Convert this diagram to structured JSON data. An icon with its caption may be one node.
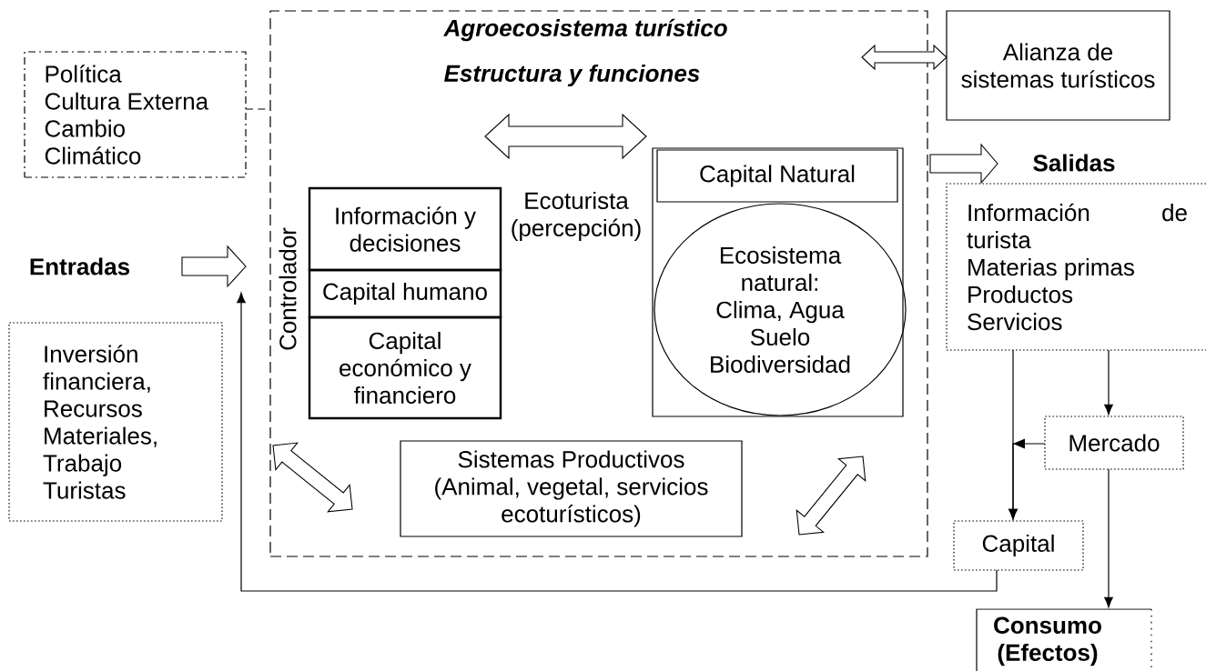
{
  "diagram": {
    "nodes": [
      {
        "text": [
          "Agroecosistema turístico",
          "Estructura y funciones"
        ]
      },
      {
        "text": [
          "Política",
          "Cultura Externa",
          "Cambio Climático"
        ]
      },
      {
        "text": [
          "Alianza de sistemas turísticos"
        ]
      },
      {
        "text": [
          "Información y decisiones"
        ],
        "in": 0
      },
      {
        "text": [
          "Capital humano"
        ],
        "in": 0
      },
      {
        "text": [
          "Capital económico y financiero"
        ],
        "in": 0
      },
      {
        "text": [
          "Ecoturista (percepción)"
        ],
        "in": 0
      },
      {
        "text": [],
        "shape": "box",
        "in": 0
      },
      {
        "text": [
          "Capital Natural"
        ],
        "in": 7
      },
      {
        "text": [
          "Ecosistema natural: Clima, Agua Suelo Biodiversidad"
        ],
        "in": 7
      },
      {
        "text": [
          "Sistemas Productivos (Animal, vegetal, servicios ecoturísticos)"
        ],
        "in": 0
      },
      {
        "text": [
          "Entradas"
        ]
      },
      {
        "text": [
          "Inversión financiera,",
          "Recursos Materiales,",
          "Trabajo",
          "Turistas"
        ]
      },
      {
        "text": [
          "Salidas"
        ]
      },
      {
        "text": [
          "Información de turista",
          "Materias primas",
          "Productos",
          "Servicios"
        ]
      },
      {
        "text": [
          "Mercado"
        ]
      },
      {
        "text": [
          "Capital"
        ]
      },
      {
        "text": [
          "Consumo (Efectos)"
        ]
      }
    ],
    "edges": [
      {
        "from": 1,
        "to": 0,
        "arrow": "none",
        "style": "dashed"
      },
      {
        "from": 0,
        "to": 2,
        "arrow": "both"
      },
      {
        "from": 11,
        "to": 0,
        "arrow": "to"
      },
      {
        "from": 3,
        "to": 8,
        "arrow": "both"
      },
      {
        "from": 5,
        "to": 10,
        "arrow": "both"
      },
      {
        "from": 10,
        "to": 7,
        "arrow": "both"
      },
      {
        "from": 0,
        "to": 13,
        "arrow": "to"
      },
      {
        "from": 14,
        "to": 16,
        "arrow": "to"
      },
      {
        "from": 14,
        "to": 15,
        "arrow": "to"
      },
      {
        "from": 15,
        "to": 16,
        "arrow": "to"
      },
      {
        "from": 15,
        "to": 17,
        "arrow": "to"
      },
      {
        "from": 16,
        "to": null,
        "arrow": "to"
      }
    ],
    "labels": [
      "Controlador"
    ]
  }
}
